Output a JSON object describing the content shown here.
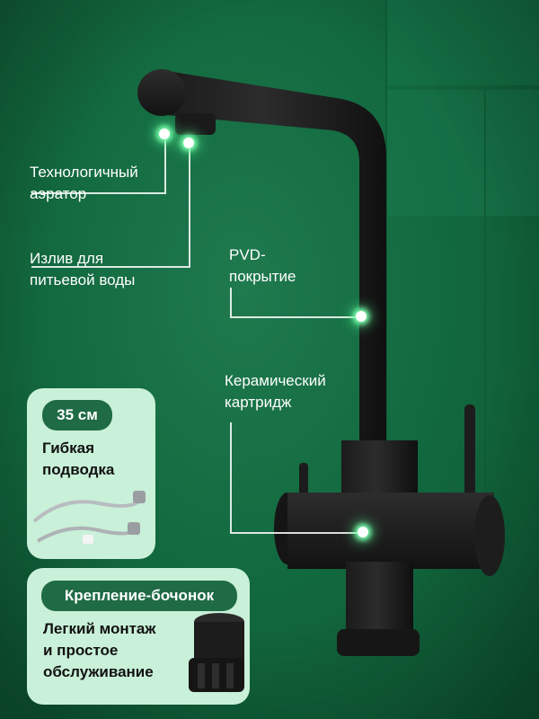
{
  "colors": {
    "background": "#136a40",
    "card": "#c9f0d8",
    "pill": "#1f6b45",
    "glow": "#7dffb0"
  },
  "callouts": {
    "aerator": "Технологичный\nаэратор",
    "drinking_spout": "Излив для\nпитьевой воды",
    "pvd": "PVD-\nпокрытие",
    "cartridge": "Керамический\nкартридж"
  },
  "hose_card": {
    "badge": "35 см",
    "title": "Гибкая\nподводка"
  },
  "mount_card": {
    "badge": "Крепление-бочонок",
    "text": "Легкий монтаж\nи простое\nобслуживание"
  }
}
